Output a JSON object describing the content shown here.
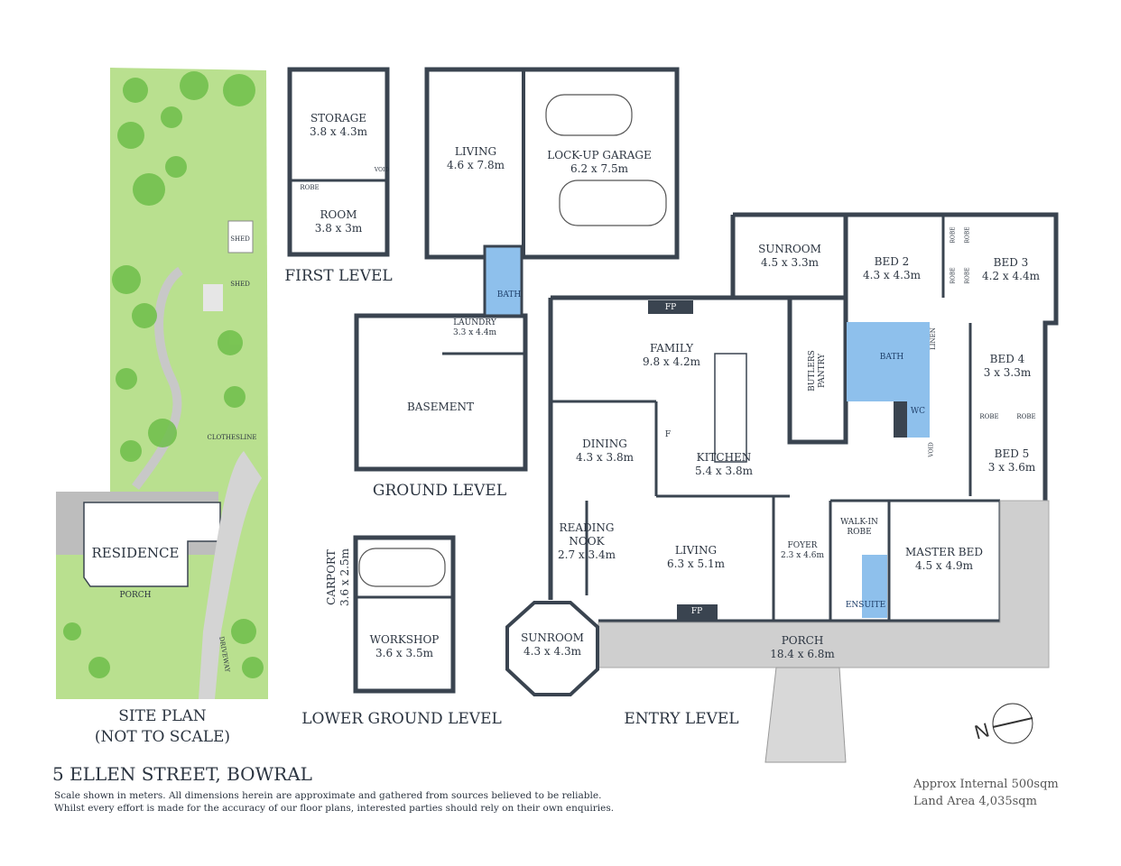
{
  "title": "5 ELLEN STREET, BOWRAL",
  "disclaimer": [
    "Scale shown in meters. All dimensions herein are approximate and gathered from sources believed to be  reliable.",
    "Whilst every effort is made for the accuracy of our floor plans, interested parties should rely on their own enquiries."
  ],
  "areas": {
    "internal": "Approx Internal 500sqm",
    "land": "Land Area 4,035sqm"
  },
  "colors": {
    "walls": "#3a4450",
    "wet_areas": "#8ec0ec",
    "porch": "#cfcfcf",
    "garden": "#b9e08f"
  },
  "site_plan": {
    "label": [
      "SITE PLAN",
      "(NOT TO SCALE)"
    ],
    "residence": "RESIDENCE",
    "porch": "PORCH",
    "shed1": "SHED",
    "shed2": "SHED",
    "clothesline": "CLOTHESLINE",
    "driveway": "DRIVEWAY"
  },
  "first_level": {
    "label": "FIRST LEVEL",
    "rooms": {
      "storage": {
        "name": "STORAGE",
        "dims": "3.8 x 4.3m"
      },
      "room": {
        "name": "ROOM",
        "dims": "3.8 x 3m"
      },
      "robe": "ROBE",
      "void": "VOID",
      "living": {
        "name": "LIVING",
        "dims": "4.6 x 7.8m"
      },
      "garage": {
        "name": "LOCK-UP GARAGE",
        "dims": "6.2 x 7.5m"
      }
    }
  },
  "ground_level": {
    "label": "GROUND LEVEL",
    "rooms": {
      "bath": "BATH",
      "laundry": {
        "name": "LAUNDRY",
        "dims": "3.3 x 4.4m"
      },
      "basement": "BASEMENT"
    }
  },
  "lower_ground_level": {
    "label": "LOWER GROUND LEVEL",
    "rooms": {
      "carport": {
        "name": "CARPORT",
        "dims": "3.6 x 2.5m"
      },
      "workshop": {
        "name": "WORKSHOP",
        "dims": "3.6 x 3.5m"
      }
    }
  },
  "entry_level": {
    "label": "ENTRY LEVEL",
    "rooms": {
      "sunroom_north": {
        "name": "SUNROOM",
        "dims": "4.5 x 3.3m"
      },
      "bed2": {
        "name": "BED 2",
        "dims": "4.3 x 4.3m"
      },
      "bed3": {
        "name": "BED 3",
        "dims": "4.2 x 4.4m"
      },
      "robes": [
        "ROBE",
        "ROBE",
        "ROBE",
        "ROBE",
        "ROBE",
        "ROBE"
      ],
      "linen": "LINEN",
      "bath": "BATH",
      "wc": "WC",
      "void": "VOID",
      "butlers_pantry": [
        "BUTLERS",
        "PANTRY"
      ],
      "bed4": {
        "name": "BED 4",
        "dims": "3 x 3.3m"
      },
      "bed5": {
        "name": "BED 5",
        "dims": "3 x 3.6m"
      },
      "family": {
        "name": "FAMILY",
        "dims": "9.8 x 4.2m"
      },
      "fp1": "FP",
      "fp2": "FP",
      "fridge": "F",
      "dining": {
        "name": "DINING",
        "dims": "4.3 x 3.8m"
      },
      "kitchen": {
        "name": "KITCHEN",
        "dims": "5.4 x 3.8m"
      },
      "reading_nook": {
        "name": [
          "READING",
          "NOOK"
        ],
        "dims": "2.7 x 3.4m"
      },
      "living": {
        "name": "LIVING",
        "dims": "6.3 x 5.1m"
      },
      "foyer": {
        "name": "FOYER",
        "dims": "2.3 x 4.6m"
      },
      "walk_in_robe": [
        "WALK-IN",
        "ROBE"
      ],
      "ensuite": "ENSUITE",
      "master_bed": {
        "name": "MASTER BED",
        "dims": "4.5 x 4.9m"
      },
      "sunroom_south": {
        "name": "SUNROOM",
        "dims": "4.3 x 4.3m"
      },
      "porch": {
        "name": "PORCH",
        "dims": "18.4 x 6.8m"
      }
    }
  },
  "compass": "N"
}
